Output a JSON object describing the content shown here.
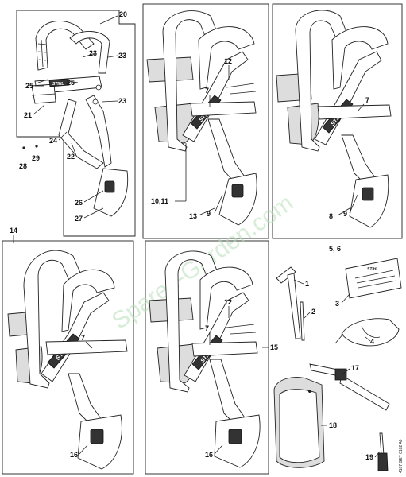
{
  "diagram": {
    "callouts": [
      "20",
      "23",
      "23",
      "25",
      "25",
      "23",
      "21",
      "24",
      "22",
      "28",
      "29",
      "26",
      "27",
      "12",
      "7",
      "10,11",
      "13",
      "9",
      "7",
      "8",
      "9",
      "5, 6",
      "14",
      "7",
      "16",
      "12",
      "7",
      "15",
      "16",
      "1",
      "2",
      "3",
      "4",
      "17",
      "18",
      "19"
    ],
    "logo_text": "STIHL",
    "watermark": "Spares-Garden.com",
    "drawing_code": "4107 GET 0102 A0"
  }
}
